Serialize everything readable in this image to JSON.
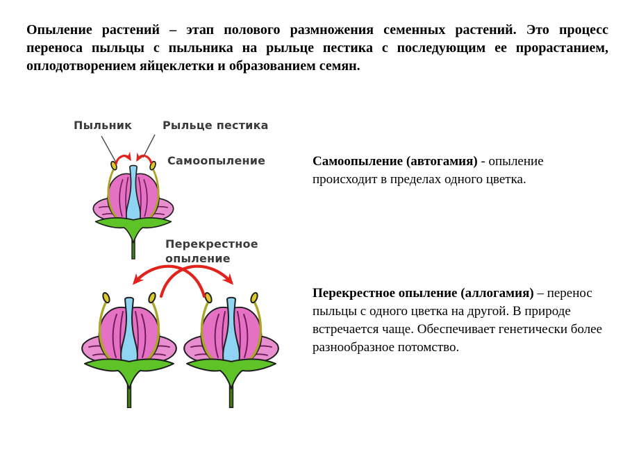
{
  "slide": {
    "intro": "Опыление растений – этап полового размножения семенных растений. Это процесс переноса пыльцы с пыльника на рыльце пестика с последующим ее прорастанием, оплодотворением яйцеклетки и образованием семян.",
    "diagram": {
      "label_anther": "Пыльник",
      "label_stigma": "Рыльце пестика",
      "label_self": "Самоопыление",
      "label_cross": "Перекрестное опыление"
    },
    "descriptions": {
      "self": {
        "term": "Самоопыление (автогамия)",
        "text": " - опыление происходит в пределах одного цветка."
      },
      "cross": {
        "term": "Перекрестное опыление (аллогамия)",
        "text": " – перенос пыльцы с одного цветка на другой. В природе встречается чаще. Обеспечивает генетически более разнообразное потомство."
      }
    },
    "colors": {
      "petal": "#e571c5",
      "petal_light": "#e98fd0",
      "petal_stripe": "#5d1049",
      "pistil": "#8fd4f2",
      "stamen": "#aaa526",
      "anther": "#ddc92e",
      "sepal": "#5ec327",
      "stem": "#3f8316",
      "arrow": "#e2231b",
      "pointer_line": "#4a4a4a"
    }
  }
}
